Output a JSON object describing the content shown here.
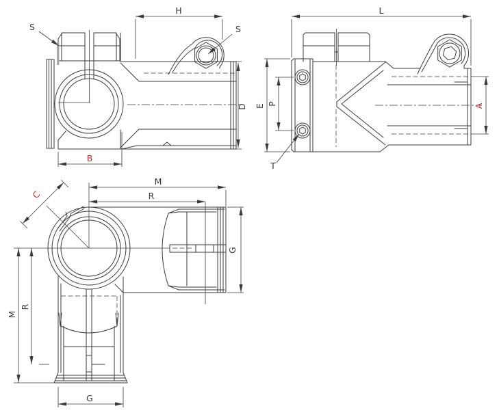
{
  "colors": {
    "background": "#ffffff",
    "line": "#3a3a3c",
    "accent": "#c22b30"
  },
  "views": {
    "front": {
      "dims": {
        "h": "H",
        "d": "D",
        "b": "B"
      },
      "leaders": {
        "s_left": "S",
        "s_right": "S"
      }
    },
    "side": {
      "dims": {
        "l": "L",
        "e": "E",
        "p": "P",
        "a": "A"
      },
      "leaders": {
        "t": "T"
      }
    },
    "top": {
      "dims": {
        "m_top": "M",
        "r_top": "R",
        "c": "C",
        "g_right": "G",
        "m_left": "M",
        "r_left": "R",
        "g_bottom": "G"
      }
    }
  }
}
